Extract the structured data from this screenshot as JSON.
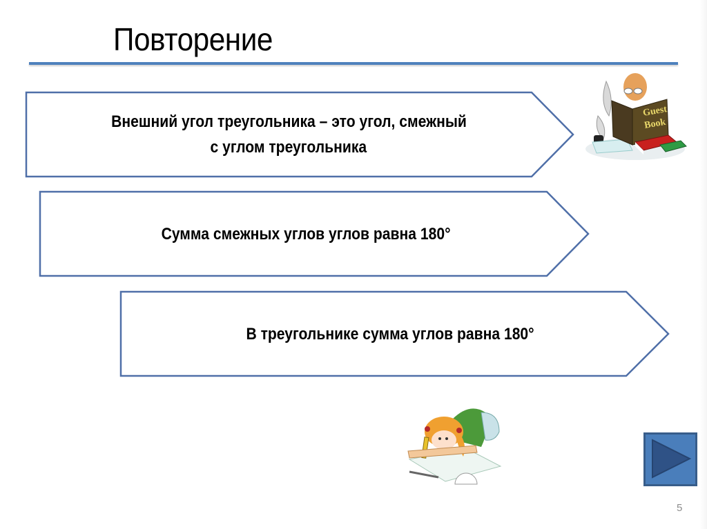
{
  "slide": {
    "title": "Повторение",
    "page_number": "5",
    "accent_color": "#4f81bd",
    "border_color": "#4f6fa8"
  },
  "statements": [
    {
      "line1": "Внешний угол треугольника – это угол, смежный",
      "line2": "с углом треугольника"
    },
    {
      "text": "Сумма смежных углов углов равна 180°"
    },
    {
      "text": "В треугольнике сумма углов равна 180°"
    }
  ],
  "images": {
    "guest_book": {
      "label": "Guest Book",
      "line1": "Guest",
      "line2": "Book"
    },
    "girl_drawing": {
      "label": "girl-drawing-with-ruler"
    }
  },
  "navigation": {
    "next_icon": "play-triangle-icon"
  }
}
